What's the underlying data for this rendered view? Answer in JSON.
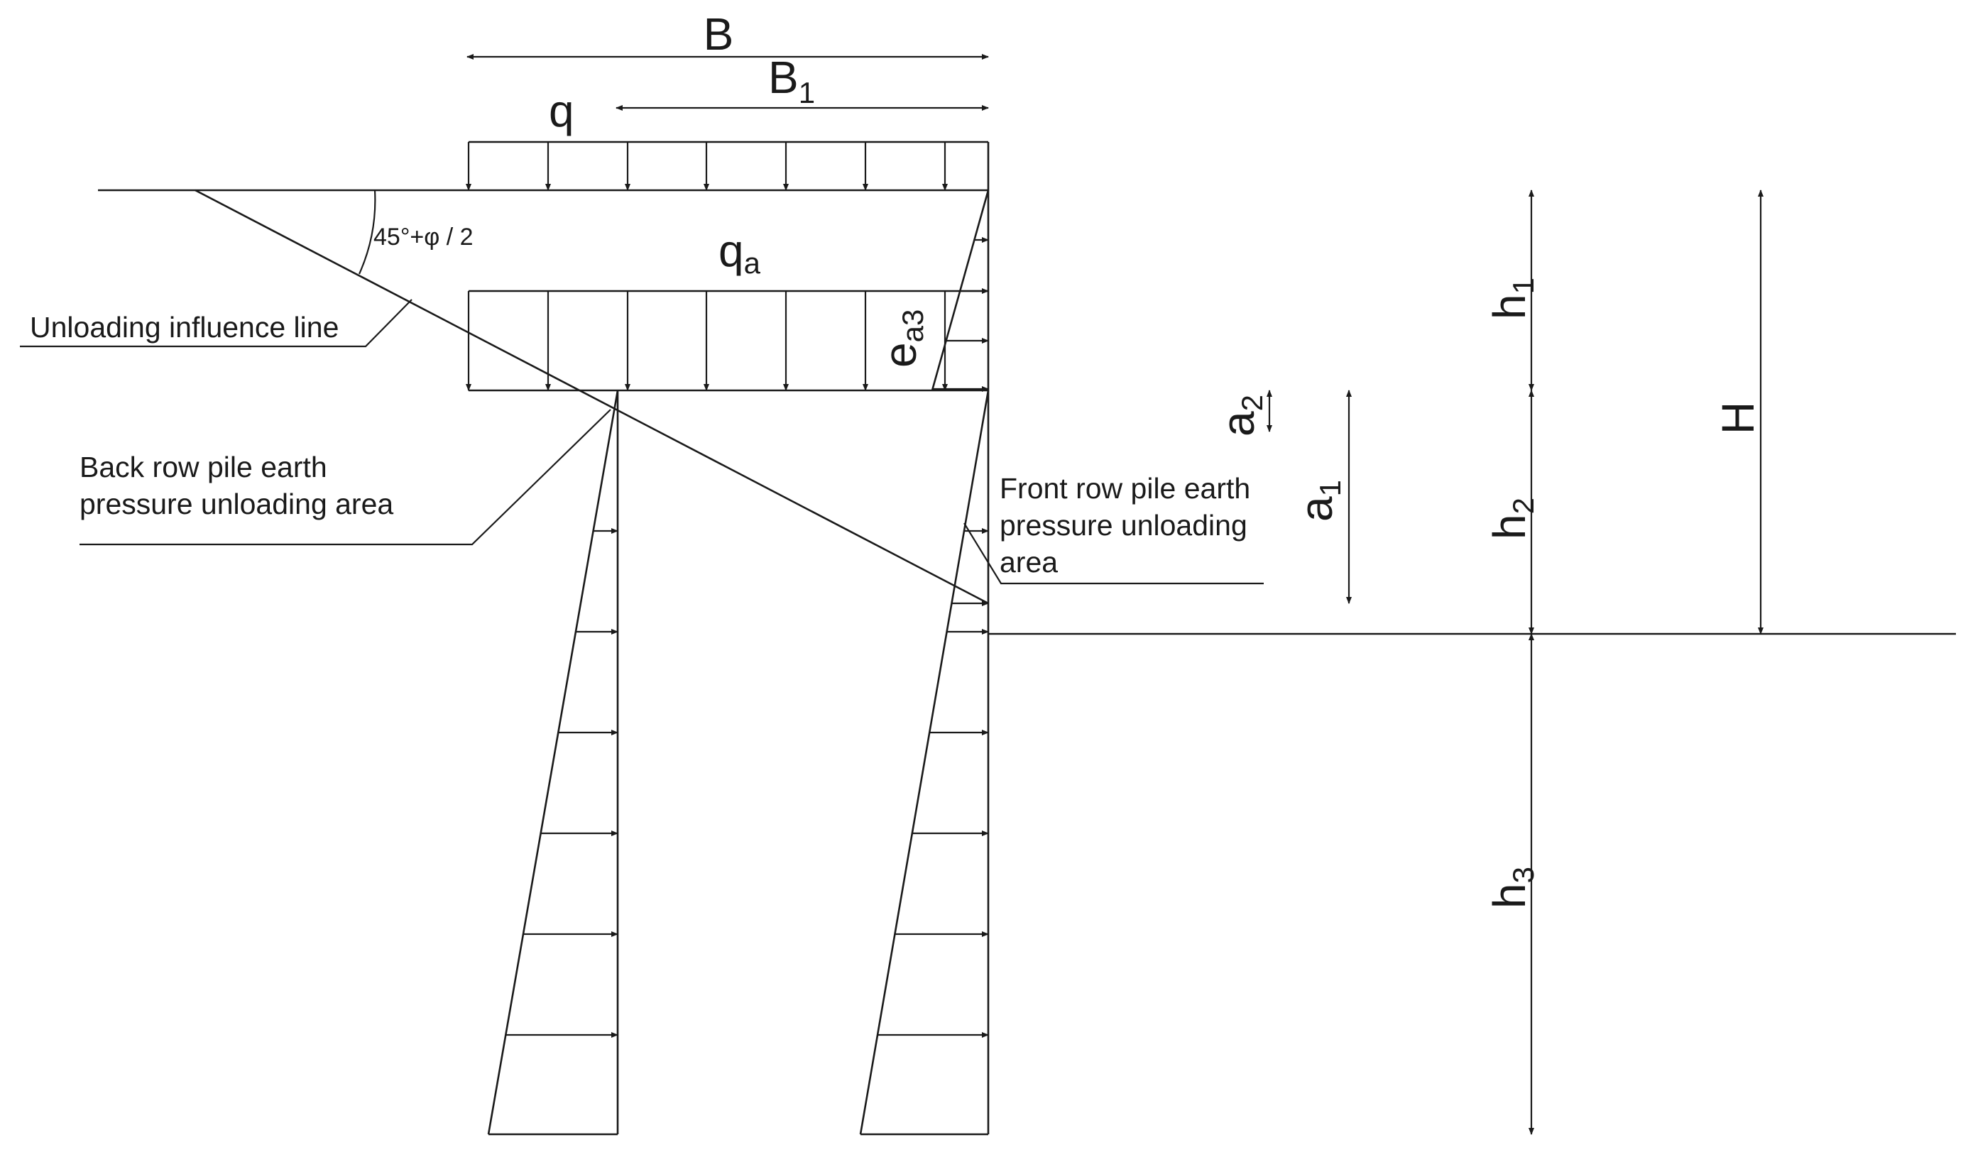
{
  "labels": {
    "B": "B",
    "B1_main": "B",
    "B1_sub": "1",
    "q": "q",
    "qa_main": "q",
    "qa_sub": "a",
    "ea3_main": "e",
    "ea3_sub": "a3",
    "angle": "45°+φ / 2",
    "h1_main": "h",
    "h1_sub": "1",
    "h2_main": "h",
    "h2_sub": "2",
    "h3_main": "h",
    "h3_sub": "3",
    "H": "H",
    "a1_main": "a",
    "a1_sub": "1",
    "a2_main": "a",
    "a2_sub": "2"
  },
  "annotations": {
    "unloading_line": "Unloading influence line",
    "back_row_1": "Back row pile earth",
    "back_row_2": "pressure unloading area",
    "front_row_1": "Front row pile earth",
    "front_row_2": "pressure unloading",
    "front_row_3": "area"
  }
}
